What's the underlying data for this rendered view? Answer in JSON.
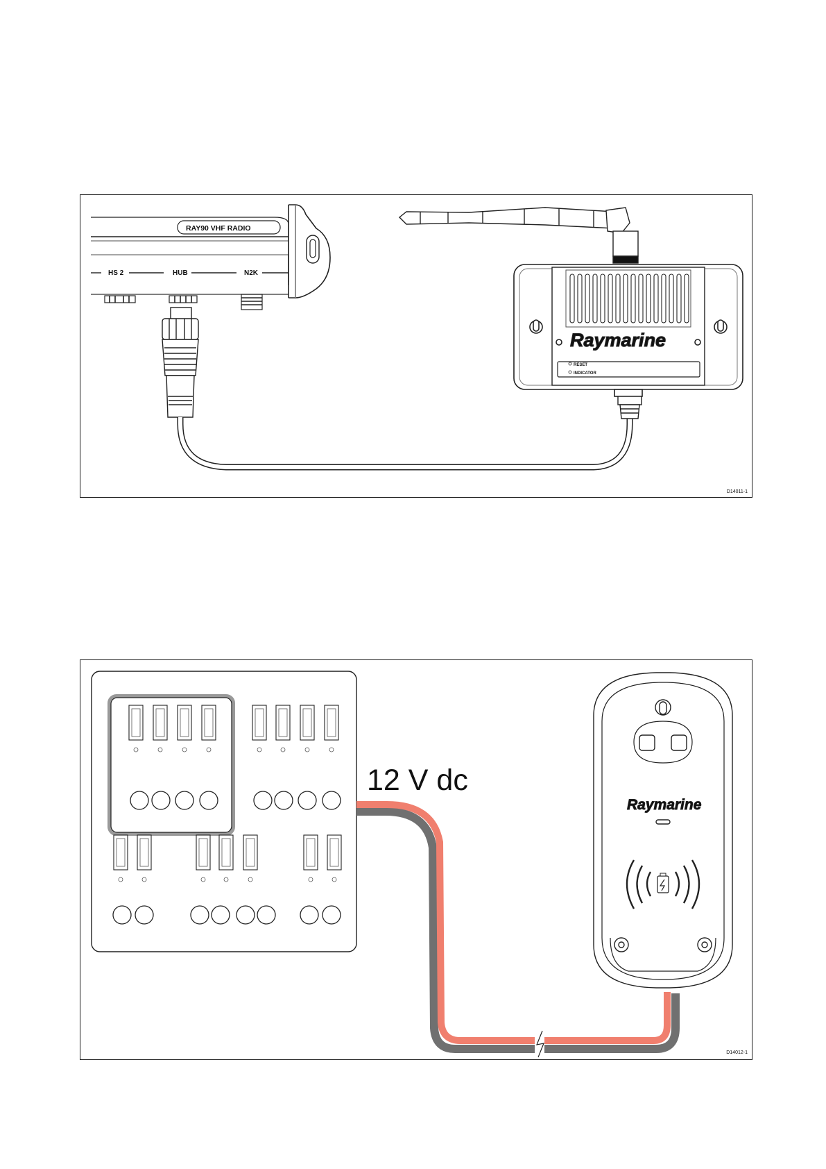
{
  "figure1": {
    "radio_label": "RAY90  VHF  RADIO",
    "port_hs2": "HS 2",
    "port_hub": "HUB",
    "port_n2k": "N2K",
    "brand": "Raymarine",
    "reset_label": "RESET",
    "indicator_label": "INDICATOR",
    "figure_id": "D14011-1"
  },
  "figure2": {
    "voltage_label": "12 V dc",
    "brand": "Raymarine",
    "figure_id": "D14012-1",
    "colors": {
      "positive_wire": "#f07f6e",
      "negative_wire": "#707070"
    }
  }
}
